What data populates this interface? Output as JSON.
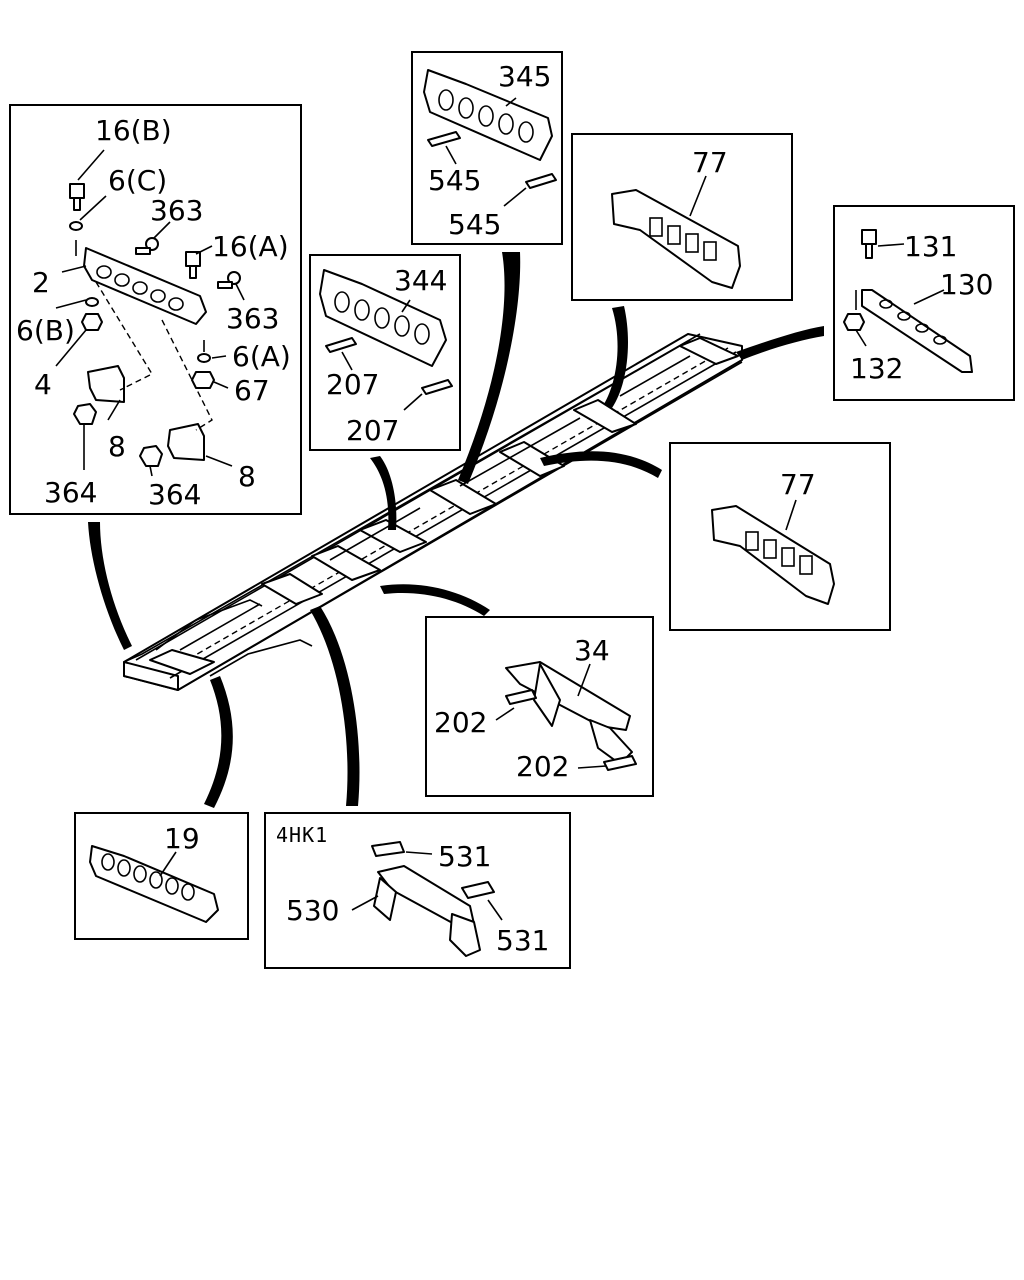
{
  "labels": {
    "p16b": "16(B)",
    "p6c": "6(C)",
    "p363a": "363",
    "p16a": "16(A)",
    "p2": "2",
    "p363b": "363",
    "p6b": "6(B)",
    "p6a": "6(A)",
    "p4": "4",
    "p67": "67",
    "p8a": "8",
    "p8b": "8",
    "p364a": "364",
    "p364b": "364",
    "p345": "345",
    "p545a": "545",
    "p545b": "545",
    "p344": "344",
    "p207a": "207",
    "p207b": "207",
    "p77a": "77",
    "p77b": "77",
    "p131": "131",
    "p130": "130",
    "p132": "132",
    "p34": "34",
    "p202a": "202",
    "p202b": "202",
    "p19": "19",
    "engine": "4HK1",
    "p531a": "531",
    "p531b": "531",
    "p530": "530"
  }
}
